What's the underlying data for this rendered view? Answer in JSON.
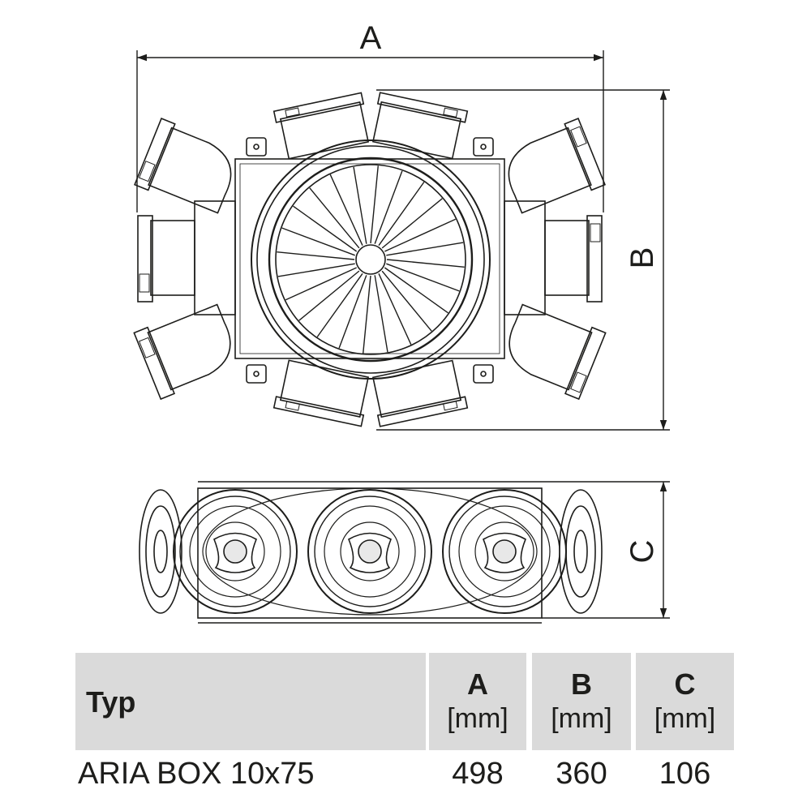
{
  "drawing": {
    "dimension_labels": {
      "a": "A",
      "b": "B",
      "c": "C"
    }
  },
  "table": {
    "header": {
      "type_label": "Typ",
      "columns": [
        {
          "letter": "A",
          "unit": "[mm]"
        },
        {
          "letter": "B",
          "unit": "[mm]"
        },
        {
          "letter": "C",
          "unit": "[mm]"
        }
      ]
    },
    "rows": [
      {
        "name": "ARIA BOX 10x75",
        "a": "498",
        "b": "360",
        "c": "106"
      }
    ]
  },
  "colors": {
    "line": "#1d1d1b",
    "header_bg": "#dadada",
    "background": "#ffffff"
  }
}
